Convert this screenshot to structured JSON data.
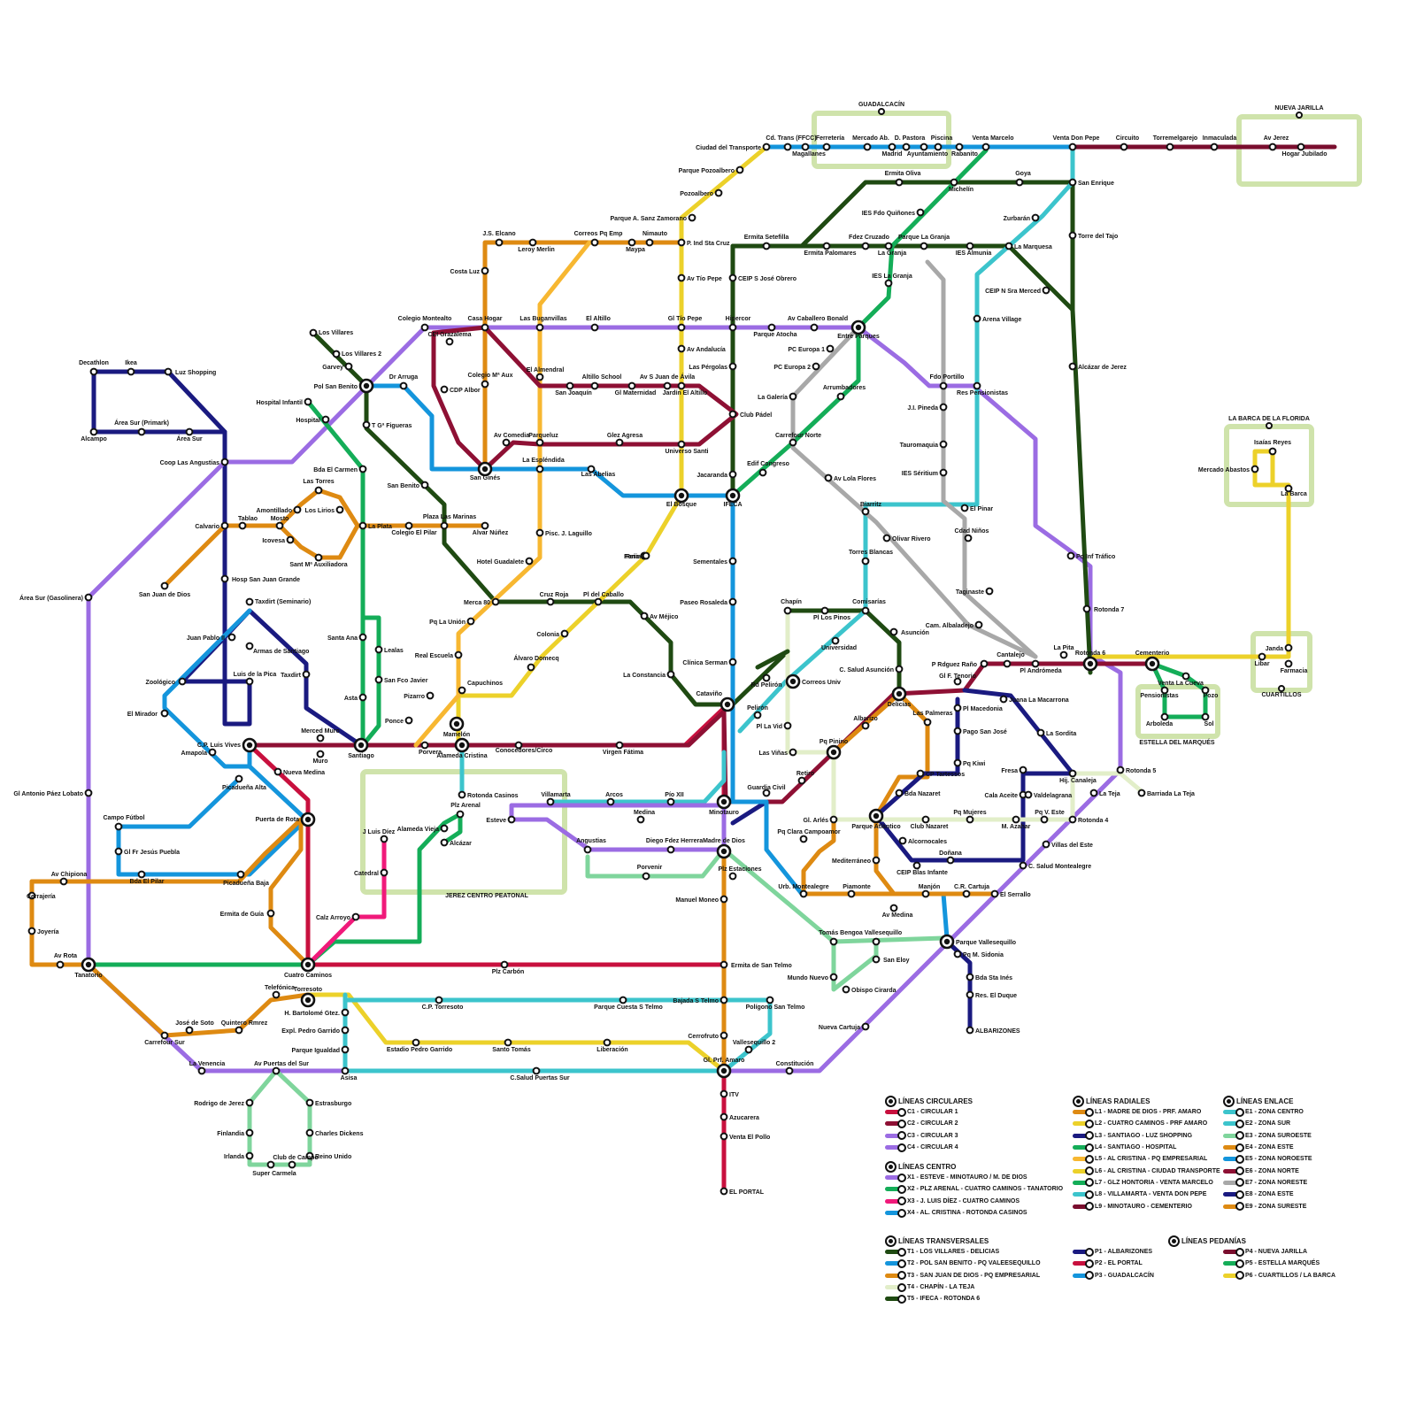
{
  "lines": {
    "c1": {
      "color": "#c8103e"
    },
    "c2": {
      "color": "#8e1034"
    },
    "c3": {
      "color": "#9b6ce3"
    },
    "c4": {
      "color": "#9b6ce3"
    },
    "l1": {
      "color": "#de8a12"
    },
    "l2": {
      "color": "#ecd12a"
    },
    "l3": {
      "color": "#1a1a80"
    },
    "l4": {
      "color": "#14ad58"
    },
    "l5": {
      "color": "#f7b731"
    },
    "l6": {
      "color": "#ecd12a"
    },
    "l7": {
      "color": "#14ad58"
    },
    "l8": {
      "color": "#3cc4cc"
    },
    "l9": {
      "color": "#7a0e2e"
    },
    "t1": {
      "color": "#1f4a12"
    },
    "t2": {
      "color": "#1495dc"
    },
    "t3": {
      "color": "#de8a12"
    },
    "t4": {
      "color": "#e2eec9"
    },
    "t5": {
      "color": "#1f4a12"
    },
    "e1": {
      "color": "#7fd59c"
    },
    "e7": {
      "color": "#a8a8a8"
    },
    "e8": {
      "color": "#1a1a80"
    },
    "x3": {
      "color": "#f01a7a"
    },
    "p4": {
      "color": "#7a0e2e"
    },
    "p5": {
      "color": "#14ad58"
    },
    "p6": {
      "color": "#ecd12a"
    },
    "zone": {
      "color": "#cfe3ab"
    }
  },
  "zones": {
    "guadalcacin": "GUADALCACÍN",
    "nueva_jarilla": "NUEVA JARILLA",
    "la_barca": "LA BARCA DE LA FLORIDA",
    "cuartillos": "CUARTILLOS",
    "estella": "ESTELLA DEL MARQUÉS",
    "centro": "JEREZ CENTRO PEATONAL"
  },
  "hubs": [
    "Pol San Benito",
    "San Ginés",
    "El Bosque",
    "IFECA",
    "Entre Parques",
    "Mamelón",
    "Alameda Cristina",
    "Santiago",
    "C.P. Luis Vives",
    "Puerta de Rota",
    "Cuatro Caminos",
    "Torresoto",
    "Tanatorio",
    "Minotauro",
    "Madre de Dios",
    "Cataviño",
    "Correos Univ",
    "Pq Pinino",
    "Delicias",
    "Parque Atlántico",
    "Parque Vallesequillo",
    "Gl. Prf. Amaro",
    "Rotonda 6",
    "Cementerio"
  ],
  "stations": [
    "Decathlon",
    "Ikea",
    "Luz Shopping",
    "Alcampo",
    "Área Sur (Primark)",
    "Área Sur",
    "Coop Las Angustias",
    "Calvario",
    "Tablao",
    "Mosto",
    "Icovesa",
    "Amontillado",
    "Las Torres",
    "Los Lirios",
    "Sant Mª Auxiliadora",
    "San Juan de Dios",
    "La Plata",
    "Colegio El Pilar",
    "Plaza Las Marinas",
    "Alvar Núñez",
    "Hosp San Juan Grande",
    "Taxdirt (Seminario)",
    "Juan Pablo II",
    "Armas de Santiago",
    "Luis de la Pica",
    "Zoológico",
    "Taxdirt",
    "Área Sur (Gasolinera)",
    "El Mirador",
    "Amapola",
    "Merced Muro",
    "Muro",
    "Nueva Medina",
    "Picadueña Alta",
    "Gl Antonio Páez Lobato",
    "Campo Fútbol",
    "Gl Fr Jesús Puebla",
    "Bda El Pilar",
    "Picadueña Baja",
    "Av Chipiona",
    "Cerrajería",
    "Joyería",
    "Av Rota",
    "Ermita de Guía",
    "Los Villares",
    "Los Villares 2",
    "Garvey",
    "Pol San Benito",
    "Dr Arruga",
    "T Gª Figueras",
    "Hospital Infantil",
    "Hospital",
    "Bda El Carmen",
    "San Benito",
    "Santa Ana",
    "Lealas",
    "San Fco Javier",
    "Asta",
    "Colegio Montealto",
    "Casa Hogar",
    "CEI Grazalema",
    "CDP Albor",
    "Colegio Mª Aux",
    "J.S. Elcano",
    "Costa Luz",
    "Leroy Merlin",
    "Correos Pq Emp",
    "Maypa",
    "Nimauto",
    "P. Ind Sta Cruz",
    "Las Buganvillas",
    "El Altillo",
    "Gl Tío Pepe",
    "Hipercor",
    "Av Caballero Bonald",
    "Parque Atocha",
    "Entre Parques",
    "El Almendral",
    "San Joaquín",
    "Altillo School",
    "Gl Maternidad",
    "Av S Juan de Ávila",
    "Jardín El Altillo",
    "Av Comedia",
    "Parqueluz",
    "Glez Agresa",
    "Universo Santi",
    "La Espléndida",
    "Las Abelias",
    "El Bosque",
    "IFECA",
    "Jacaranda",
    "Club Pádel",
    "Av Andalucía",
    "Las Pérgolas",
    "La Galería",
    "Av Tío Pepe",
    "CEIP S José Obrero",
    "Ermita Setefilla",
    "Ermita Palomares",
    "Fdez Cruzado",
    "La Granja",
    "IES La Granja",
    "Parque La Granja",
    "IES Almunia",
    "La Marquesa",
    "Ciudad del Transporte",
    "Cd. Trans (FFCC)",
    "Ferretería",
    "Mercado Ab.",
    "D. Pastora",
    "Piscina",
    "Magallanes",
    "Feria",
    "Madrid",
    "Ayuntamiento",
    "Rabanito",
    "Venta Marcelo",
    "Venta Don Pepe",
    "Circuito",
    "Torremelgarejo",
    "Inmaculada",
    "Av Jerez",
    "Hogar Jubilado",
    "Ermita Oliva",
    "Michelín",
    "Goya",
    "San Enrique",
    "IES Fdo Quiñones",
    "Zurbarán",
    "Torre del Tajo",
    "CEIP N Sra Merced",
    "Arena Village",
    "Alcázar de Jerez",
    "Parque Pozoalbero",
    "Pozoalbero",
    "Parque A. Sanz Zamorano",
    "PC Europa 1",
    "PC Europa 2",
    "Arrumbadores",
    "Carrefour Norte",
    "Edif Congreso",
    "Av Lola Flores",
    "Fdo Portillo",
    "Res Pensionistas",
    "J.I. Pineda",
    "Tauromaquia",
    "IES Séritium",
    "El Pinar",
    "Biarritz",
    "Olivar Rivero",
    "Torres Blancas",
    "Cdad Niños",
    "Taginaste",
    "Cam. Albaladejo",
    "La Pita",
    "Pq Inf Tráfico",
    "Rotonda 7",
    "Rotonda 6",
    "Cementerio",
    "Cantalejo",
    "Pl Andrómeda",
    "P Rdguez Raño",
    "Gl F. Tenorio",
    "Comisarías",
    "Chapín",
    "Pl Los Pinos",
    "Universidad",
    "Asunción",
    "C. Salud Asunción",
    "Delicias",
    "Sementales",
    "Paseo Rosaleda",
    "Clínica Serman",
    "Cataviño",
    "Rd Pelirón",
    "Pelirón",
    "Pl La Vid",
    "Las Viñas",
    "Pq Pinino",
    "Albarizo",
    "Retiro",
    "Guardia Civil",
    "Las Palmeras",
    "Pl Macedonia",
    "Juana La Macarrona",
    "Pago San José",
    "La Sordita",
    "Pq Kiwi",
    "CP Tartessos",
    "Bda Nazaret",
    "Fresa",
    "Hij. Canaleja",
    "Rotonda 5",
    "La Teja",
    "Barriada La Teja",
    "Cala Aceite",
    "Valdelagrana",
    "Pq Mujeres",
    "Club Nazaret",
    "Pq V. Este",
    "M. Azahar",
    "Alcornocales",
    "Doñana",
    "Rotonda 4",
    "Villas del Este",
    "C. Salud Montealegre",
    "CEIP Blas Infante",
    "Gl. Arlés",
    "Parque Atlántico",
    "Pq Clara Campoamor",
    "Mediterráneo",
    "Urb. Montealegre",
    "Piamonte",
    "Manjón",
    "C.R. Cartuja",
    "El Serrallo",
    "Av Medina",
    "Parque Vallesequillo",
    "Pq M. Sidonia",
    "Bda Sta Inés",
    "Res. El Duque",
    "ALBARIZONES",
    "Tomás Bengoa",
    "Vallesequillo",
    "San Eloy",
    "Mundo Nuevo",
    "Obispo Cirarda",
    "Nueva Cartuja",
    "Merca 80",
    "Cruz Roja",
    "Pl del Caballo",
    "Av Méjico",
    "La Constancia",
    "Pq La Unión",
    "Real Escuela",
    "Colonia",
    "Álvaro Domecq",
    "Capuchinos",
    "Pizarro",
    "Ponce",
    "Mamelón",
    "Porvera",
    "Alameda Cristina",
    "Conocedores/Circo",
    "Virgen Fátima",
    "Hotel Guadalete",
    "Pisc. J. Laguillo",
    "Feria",
    "Santiago",
    "Rotonda Casinos",
    "Villamarta",
    "Arcos",
    "Pío XII",
    "Esteve",
    "Medina",
    "Angustias",
    "Diego Fdez Herrera",
    "Porvenir",
    "Minotauro",
    "Madre de Dios",
    "Plz Estaciones",
    "Manuel Moneo",
    "Ermita de San Telmo",
    "Plz Carbón",
    "Plz Arenal",
    "Alameda Vieja",
    "Alcázar",
    "J Luis Díez",
    "Catedral",
    "Puerta de Rota",
    "Calz Arroyo",
    "Cuatro Caminos",
    "Tanatorio",
    "Telefónica",
    "Torresoto",
    "H. Bartolomé Gtez.",
    "Expl. Pedro Garrido",
    "Parque Igualdad",
    "Asisa",
    "C.P. Torresoto",
    "Parque Cuesta S Telmo",
    "Bajada S Telmo",
    "Polígono San Telmo",
    "Estadio Pedro Garrido",
    "Santo Tomás",
    "Liberación",
    "Cerrofruto",
    "Vallesequillo 2",
    "Gl. Prf. Amaro",
    "C.Salud Puertas Sur",
    "Constitución",
    "Av Puertas del Sur",
    "La Venencia",
    "Carrefour Sur",
    "José de Soto",
    "Quintero Rmrez",
    "Rodrigo de Jerez",
    "Finlandia",
    "Irlanda",
    "Club de Campo",
    "Super Carmela",
    "Estrasburgo",
    "Charles Dickens",
    "Reino Unido",
    "ITV",
    "Azucarera",
    "Venta El Pollo",
    "EL PORTAL",
    "Mercado Abastos",
    "Isaías Reyes",
    "La Barca",
    "Janda",
    "Farmacia",
    "Libar",
    "Pensionistas",
    "Pozo",
    "Arboleda",
    "Sol",
    "Venta La Cueva"
  ],
  "legend": {
    "circulares": {
      "title": "LÍNEAS CIRCULARES",
      "items": [
        {
          "label": "C1 - CIRCULAR 1",
          "color": "#c8103e"
        },
        {
          "label": "C2 - CIRCULAR 2",
          "color": "#8e1034"
        },
        {
          "label": "C3 - CIRCULAR 3",
          "color": "#9b6ce3"
        },
        {
          "label": "C4 - CIRCULAR 4",
          "color": "#9b6ce3"
        }
      ]
    },
    "centro": {
      "title": "LÍNEAS CENTRO",
      "items": [
        {
          "label": "X1 - ESTEVE - MINOTAURO / M. DE DIOS",
          "color": "#9b6ce3"
        },
        {
          "label": "X2 - PLZ ARENAL - CUATRO CAMINOS - TANATORIO",
          "color": "#14ad58"
        },
        {
          "label": "X3 - J. LUIS DÍEZ - CUATRO CAMINOS",
          "color": "#f01a7a"
        },
        {
          "label": "X4 - AL. CRISTINA - ROTONDA CASINOS",
          "color": "#1495dc"
        }
      ]
    },
    "transversales": {
      "title": "LÍNEAS TRANSVERSALES",
      "items": [
        {
          "label": "T1 - LOS VILLARES - DELICIAS",
          "color": "#1f4a12"
        },
        {
          "label": "T2 - POL SAN BENITO - PQ VALEESEQUILLO",
          "color": "#1495dc"
        },
        {
          "label": "T3 - SAN JUAN DE DIOS - PQ EMPRESARIAL",
          "color": "#de8a12"
        },
        {
          "label": "T4 - CHAPÍN - LA TEJA",
          "color": "#e2eec9"
        },
        {
          "label": "T5 - IFECA - ROTONDA 6",
          "color": "#1f4a12"
        }
      ]
    },
    "radiales": {
      "title": "LÍNEAS RADIALES",
      "items": [
        {
          "label": "L1 - MADRE DE DIOS - PRF. AMARO",
          "color": "#de8a12"
        },
        {
          "label": "L2 - CUATRO CAMINOS - PRF AMARO",
          "color": "#ecd12a"
        },
        {
          "label": "L3 - SANTIAGO - LUZ SHOPPING",
          "color": "#1a1a80"
        },
        {
          "label": "L4 - SANTIAGO - HOSPITAL",
          "color": "#14ad58"
        },
        {
          "label": "L5 - AL CRISTINA - PQ EMPRESARIAL",
          "color": "#f7b731"
        },
        {
          "label": "L6 - AL CRISTINA - CIUDAD TRANSPORTE",
          "color": "#ecd12a"
        },
        {
          "label": "L7 - GLZ HONTORIA - VENTA MARCELO",
          "color": "#14ad58"
        },
        {
          "label": "L8 - VILLAMARTA - VENTA DON PEPE",
          "color": "#3cc4cc"
        },
        {
          "label": "L9 - MINOTAURO - CEMENTERIO",
          "color": "#7a0e2e"
        }
      ]
    },
    "enlace": {
      "title": "LÍNEAS ENLACE",
      "items": [
        {
          "label": "E1 - ZONA CENTRO",
          "color": "#3cc4cc"
        },
        {
          "label": "E2 - ZONA SUR",
          "color": "#3cc4cc"
        },
        {
          "label": "E3 - ZONA SUROESTE",
          "color": "#7fd59c"
        },
        {
          "label": "E4 - ZONA ESTE",
          "color": "#de8a12"
        },
        {
          "label": "E5 - ZONA NOROESTE",
          "color": "#1495dc"
        },
        {
          "label": "E6 - ZONA NORTE",
          "color": "#8e1034"
        },
        {
          "label": "E7 - ZONA NORESTE",
          "color": "#a8a8a8"
        },
        {
          "label": "E8 - ZONA ESTE",
          "color": "#1a1a80"
        },
        {
          "label": "E9 - ZONA SURESTE",
          "color": "#de8a12"
        }
      ]
    },
    "pedanias": {
      "title": "LÍNEAS PEDANÍAS",
      "items": [
        {
          "label": "P1 - ALBARIZONES",
          "color": "#1a1a80"
        },
        {
          "label": "P2 - EL PORTAL",
          "color": "#c8103e"
        },
        {
          "label": "P3 - GUADALCACÍN",
          "color": "#1495dc"
        }
      ]
    },
    "pedanias2": {
      "items": [
        {
          "label": "P4 - NUEVA JARILLA",
          "color": "#7a0e2e"
        },
        {
          "label": "P5 - ESTELLA MARQUÉS",
          "color": "#14ad58"
        },
        {
          "label": "P6 - CUARTILLOS / LA BARCA",
          "color": "#ecd12a"
        }
      ]
    }
  }
}
